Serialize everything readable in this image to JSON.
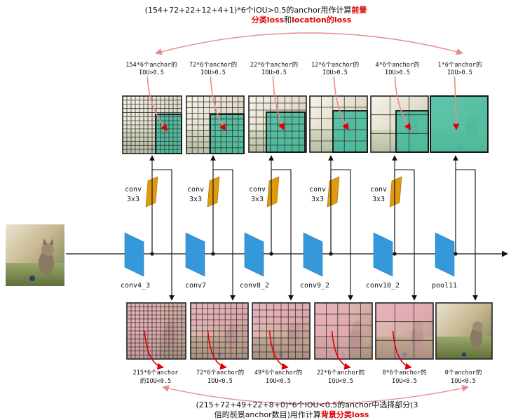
{
  "top_caption": {
    "line1_black": "(154+72+22+12+4+1)*6个IOU>0.5的anchor用作计算",
    "line1_red": "前景",
    "line2_red_a": "分类loss",
    "line2_black": "和",
    "line2_red_b": "location的loss"
  },
  "bottom_caption": {
    "line1": "(215+72+49+22+8+0)*6个IOU<0.5的anchor中选择部分(3",
    "line2_black": "倍的前景anchor数目)用作计算",
    "line2_red": "背景分类loss"
  },
  "input_image": {
    "name": "cat-photo"
  },
  "layers": [
    {
      "label": "conv4_3"
    },
    {
      "label": "conv7"
    },
    {
      "label": "conv8_2"
    },
    {
      "label": "conv9_2"
    },
    {
      "label": "conv10_2"
    },
    {
      "label": "pool11"
    }
  ],
  "conv_labels": [
    {
      "line1": "conv",
      "line2": "3x3"
    },
    {
      "line1": "conv",
      "line2": "3x3"
    },
    {
      "line1": "conv",
      "line2": "3x3"
    },
    {
      "line1": "conv",
      "line2": "3x3"
    },
    {
      "line1": "conv",
      "line2": "3x3"
    }
  ],
  "positive": [
    {
      "line1": "154*6个anchor的",
      "line2": "IOU>0.5"
    },
    {
      "line1": "72*6个anchor的",
      "line2": "IOU>0.5"
    },
    {
      "line1": "22*6个anchor的",
      "line2": "IOU>0.5"
    },
    {
      "line1": "12*6个anchor的",
      "line2": "IOU>0.5"
    },
    {
      "line1": "4*6个anchor的",
      "line2": "IOU>0.5"
    },
    {
      "line1": "1*6个anchor的",
      "line2": "IOU>0.5"
    }
  ],
  "negative": [
    {
      "line1": "215*6个anchor",
      "line2": "的IOU<0.5"
    },
    {
      "line1": "72*6个anchor的",
      "line2": "IOU<0.5"
    },
    {
      "line1": "49*6个anchor的",
      "line2": "IOU<0.5"
    },
    {
      "line1": "22*6个anchor的",
      "line2": "IOU<0.5"
    },
    {
      "line1": "8*6个anchor的",
      "line2": "IOU<0.5"
    },
    {
      "line1": "0个anchor的",
      "line2": "IOU<0.5"
    }
  ],
  "colors": {
    "teal_overlay": "#2bb596",
    "pink_overlay": "#e8a8b8",
    "conv_block": "#3498db",
    "small_conv": "#e19a0e",
    "red_arrow": "#e00000",
    "curve": "#e88a8a"
  }
}
